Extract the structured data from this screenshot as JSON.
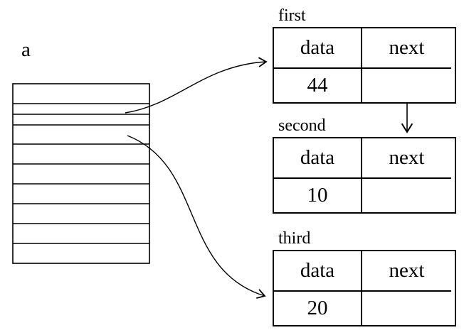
{
  "diagram": {
    "background": "#ffffff",
    "line_color": "#000000"
  },
  "array": {
    "label": "a",
    "row_count": 10
  },
  "nodes": [
    {
      "label": "first",
      "field1": "data",
      "field2": "next",
      "value1": "44",
      "value2": ""
    },
    {
      "label": "second",
      "field1": "data",
      "field2": "next",
      "value1": "10",
      "value2": ""
    },
    {
      "label": "third",
      "field1": "data",
      "field2": "next",
      "value1": "20",
      "value2": ""
    }
  ],
  "edges": [
    {
      "from": "array",
      "to": "first"
    },
    {
      "from": "first.next",
      "to": "second"
    },
    {
      "from": "array",
      "to": "third"
    }
  ]
}
